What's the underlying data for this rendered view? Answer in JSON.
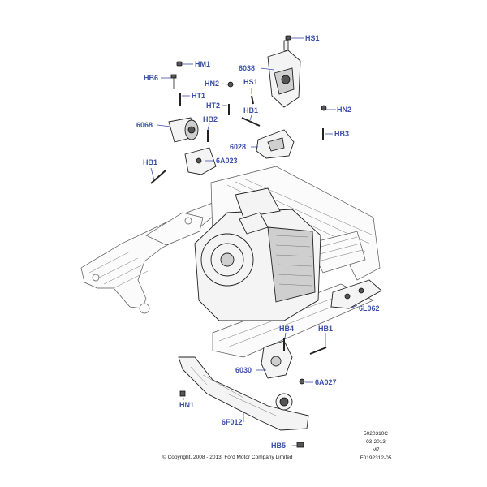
{
  "callouts": [
    {
      "id": "hs1-top",
      "text": "HS1"
    },
    {
      "id": "hm1",
      "text": "HM1"
    },
    {
      "id": "6038",
      "text": "6038"
    },
    {
      "id": "hb6",
      "text": "HB6"
    },
    {
      "id": "hn2-mid",
      "text": "HN2"
    },
    {
      "id": "hs1-mid",
      "text": "HS1"
    },
    {
      "id": "ht1",
      "text": "HT1"
    },
    {
      "id": "ht2",
      "text": "HT2"
    },
    {
      "id": "hb1-top",
      "text": "HB1"
    },
    {
      "id": "hn2-right",
      "text": "HN2"
    },
    {
      "id": "6068",
      "text": "6068"
    },
    {
      "id": "hb2",
      "text": "HB2"
    },
    {
      "id": "hb3",
      "text": "HB3"
    },
    {
      "id": "6028",
      "text": "6028"
    },
    {
      "id": "hb1-left",
      "text": "HB1"
    },
    {
      "id": "6a023",
      "text": "6A023"
    },
    {
      "id": "6l062",
      "text": "6L062"
    },
    {
      "id": "hb4",
      "text": "HB4"
    },
    {
      "id": "hb1-lower",
      "text": "HB1"
    },
    {
      "id": "6030",
      "text": "6030"
    },
    {
      "id": "6a027",
      "text": "6A027"
    },
    {
      "id": "hn1",
      "text": "HN1"
    },
    {
      "id": "6f012",
      "text": "6F012"
    },
    {
      "id": "hb5",
      "text": "HB5"
    }
  ],
  "footer": {
    "copyright": "© Copyright, 2008 - 2013, Ford Motor Company Limited",
    "doc_code": "5020310C",
    "date": "03-2013",
    "model": "M7",
    "figure_id": "F0192312-05"
  },
  "colors": {
    "callout": "#3b4fa8",
    "line": "#222222",
    "background": "#ffffff"
  }
}
